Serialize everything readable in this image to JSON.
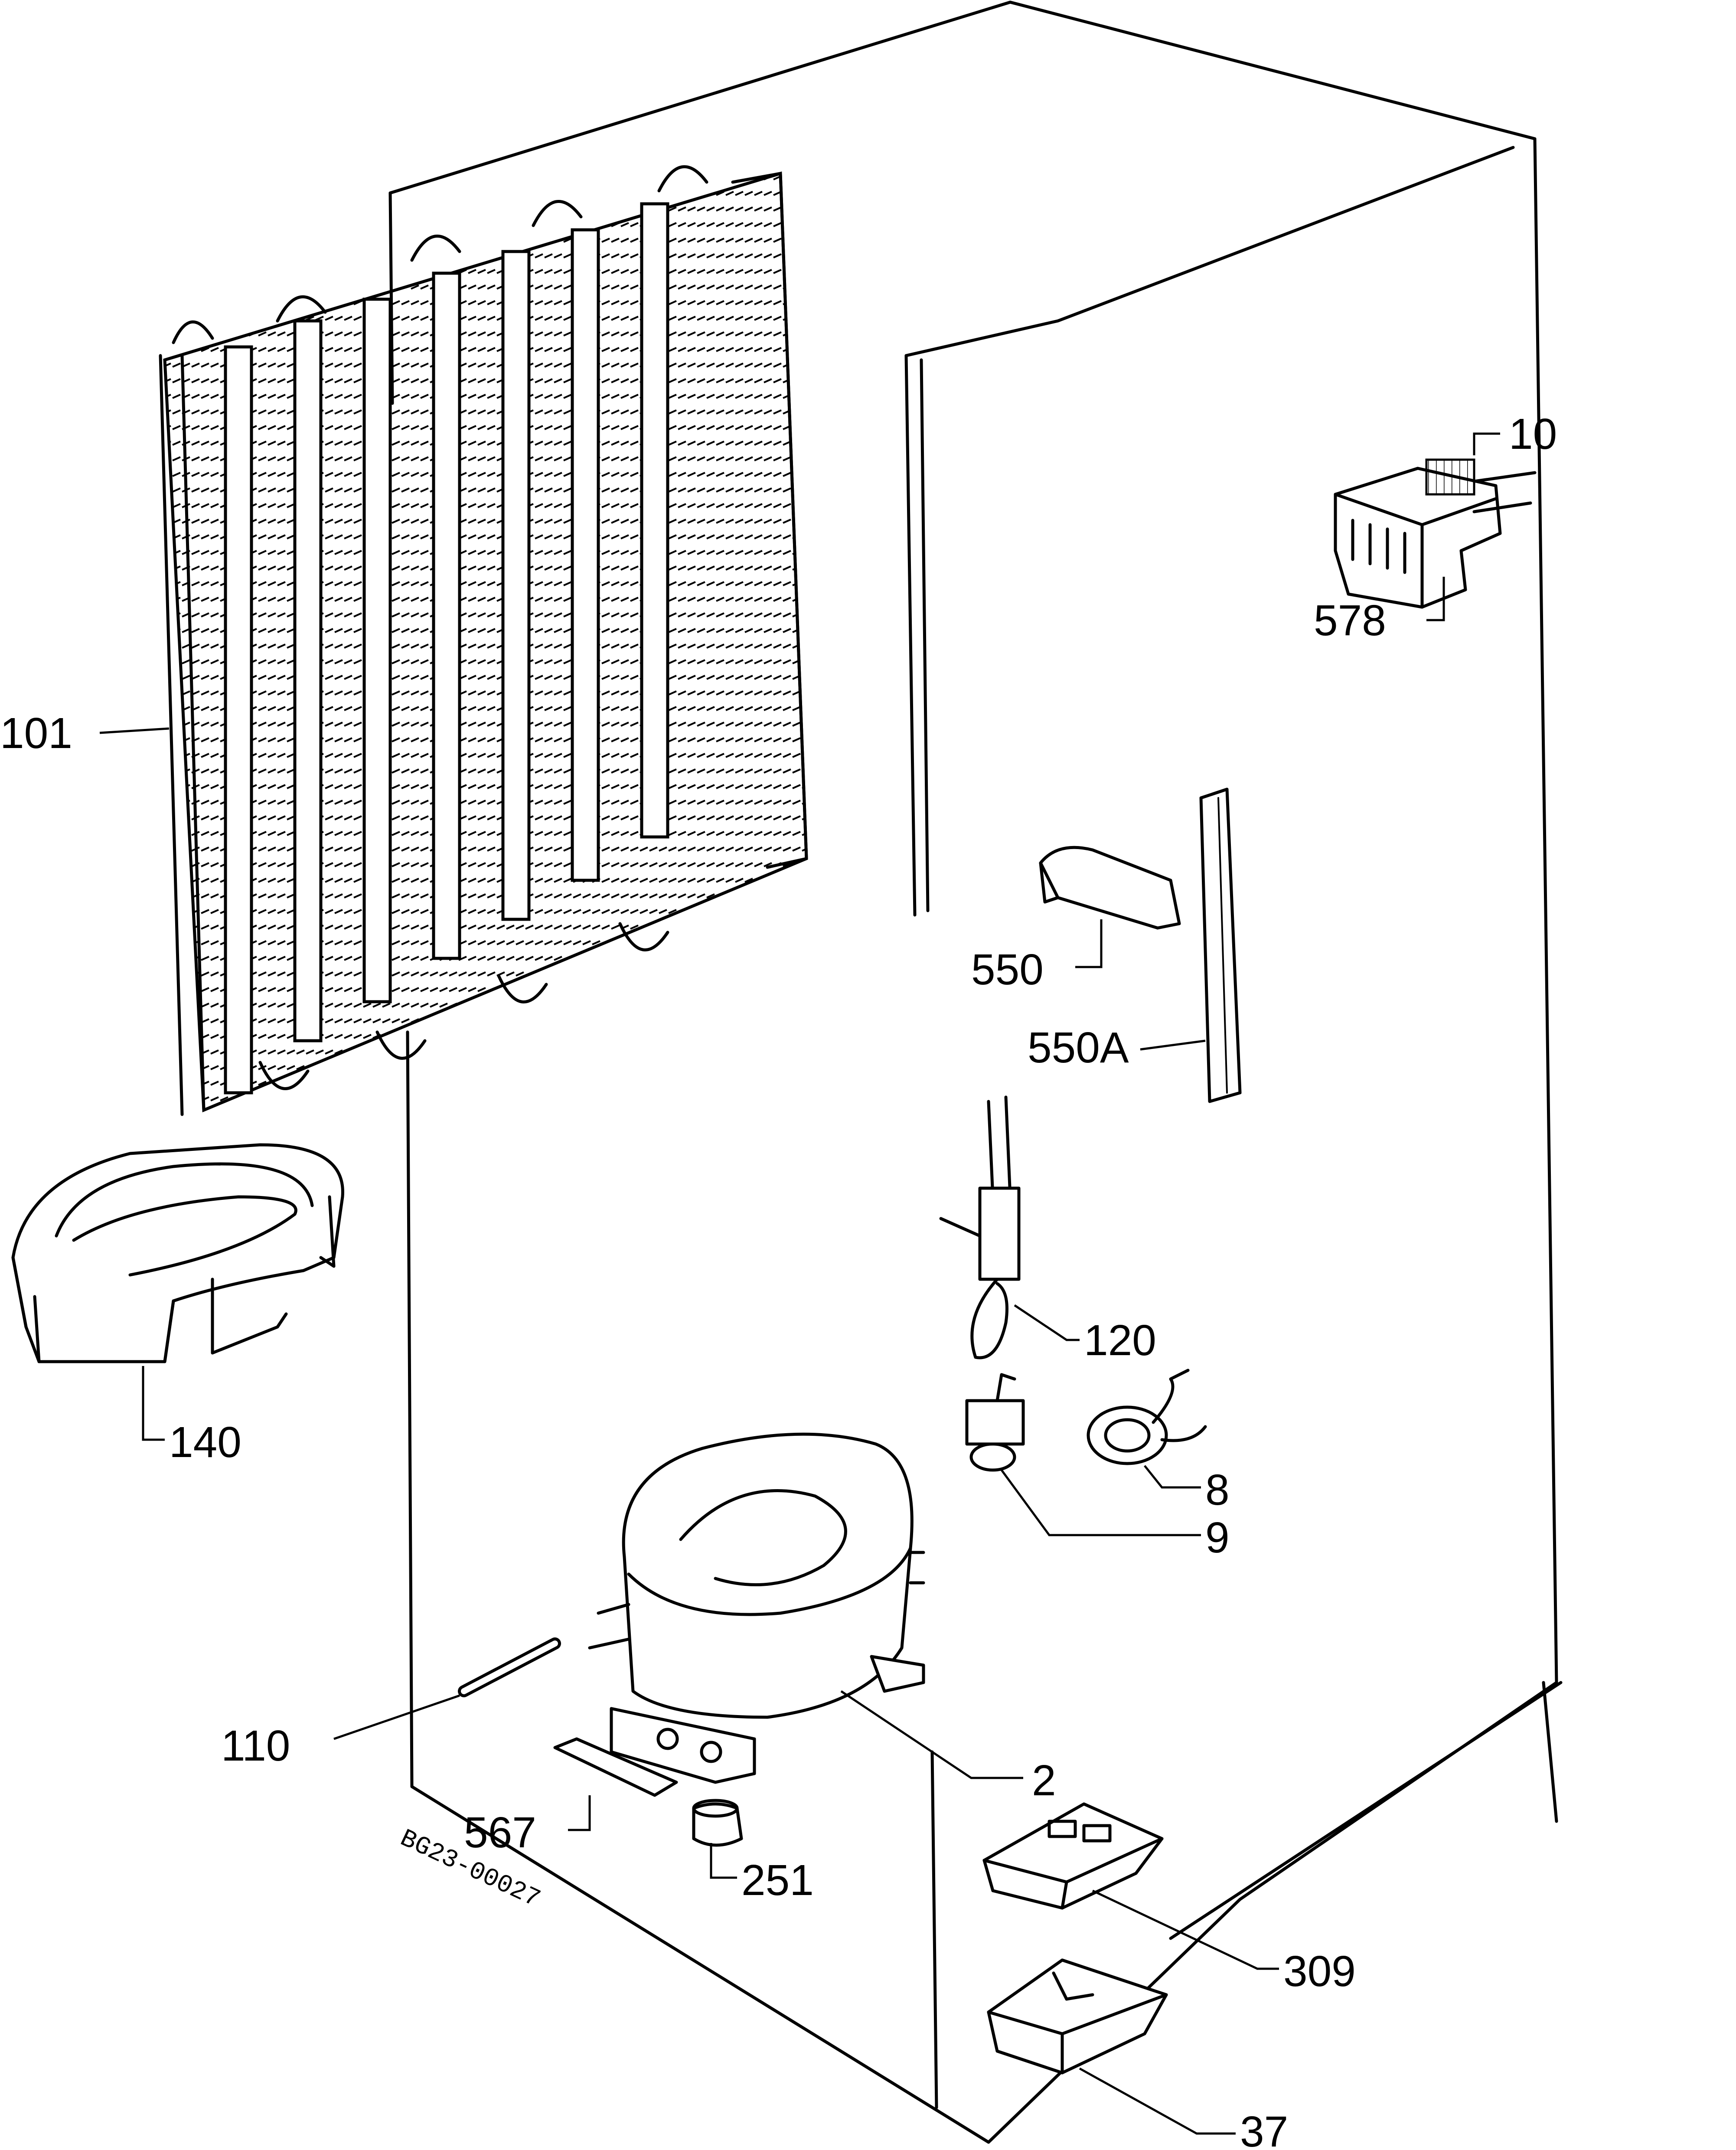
{
  "diagram_code": "BG23-00027",
  "parts": [
    {
      "id": "p10",
      "label": "10"
    },
    {
      "id": "p578",
      "label": "578"
    },
    {
      "id": "p101",
      "label": "101"
    },
    {
      "id": "p550",
      "label": "550"
    },
    {
      "id": "p550A",
      "label": "550A"
    },
    {
      "id": "p120",
      "label": "120"
    },
    {
      "id": "p140",
      "label": "140"
    },
    {
      "id": "p8",
      "label": "8"
    },
    {
      "id": "p9",
      "label": "9"
    },
    {
      "id": "p110",
      "label": "110"
    },
    {
      "id": "p2",
      "label": "2"
    },
    {
      "id": "p567",
      "label": "567"
    },
    {
      "id": "p251",
      "label": "251"
    },
    {
      "id": "p309",
      "label": "309"
    },
    {
      "id": "p37",
      "label": "37"
    }
  ]
}
